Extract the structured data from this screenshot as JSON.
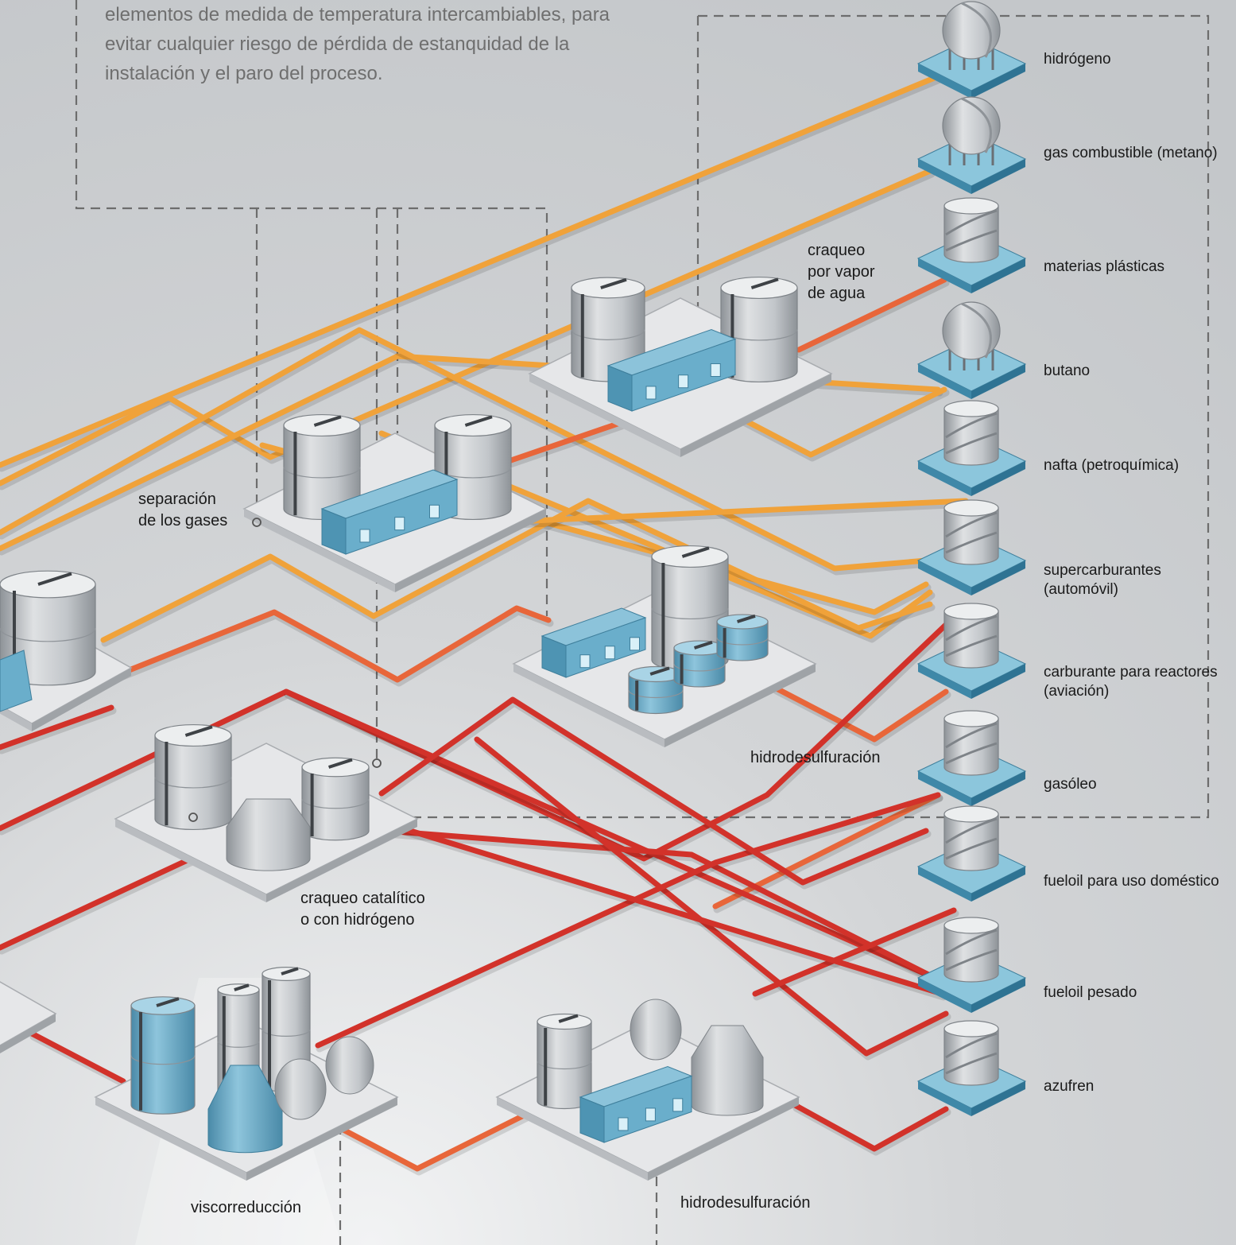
{
  "intro_lines": [
    "elementos de medida de temperatura intercambiables, para",
    "evitar cualquier riesgo de pérdida de estanquidad de la",
    "instalación y el paro del proceso."
  ],
  "units": {
    "steam_cracking": [
      "craqueo",
      "por vapor",
      "de agua"
    ],
    "gas_separation": [
      "separación",
      "de los gases"
    ],
    "hydrodesulfurization_upper": [
      "hidrodesulfuración"
    ],
    "catalytic_cracking": [
      "craqueo catalítico",
      "o con hidrógeno"
    ],
    "visbreaking": [
      "viscorreducción"
    ],
    "hydrodesulfurization_lower": [
      "hidrodesulfuración"
    ]
  },
  "products": [
    {
      "label": "hidrógeno",
      "tank": "sphere"
    },
    {
      "label": "gas combustible (metano)",
      "tank": "sphere"
    },
    {
      "label": "materias plásticas",
      "tank": "cylinder"
    },
    {
      "label": "butano",
      "tank": "sphere"
    },
    {
      "label": "nafta (petroquímica)",
      "tank": "cylinder"
    },
    {
      "label": "supercarburantes (automóvil)",
      "tank": "cylinder"
    },
    {
      "label": "carburante para reactores (aviación)",
      "tank": "cylinder"
    },
    {
      "label": "gasóleo",
      "tank": "cylinder"
    },
    {
      "label": "fueloil para uso doméstico",
      "tank": "cylinder"
    },
    {
      "label": "fueloil pesado",
      "tank": "cylinder"
    },
    {
      "label": "azufren",
      "tank": "cylinder"
    }
  ],
  "colors": {
    "background": "#c9cbcd",
    "pipe_orange": "#f0a23a",
    "pipe_orange_red": "#e8663a",
    "pipe_red": "#d2322a",
    "platform": "#e6e7e9",
    "base_blue": "#5aa9c6",
    "building_blue": "#6aaecb",
    "tank_gray": "#b8bcc0",
    "dashed_line": "#6d6d6d"
  }
}
